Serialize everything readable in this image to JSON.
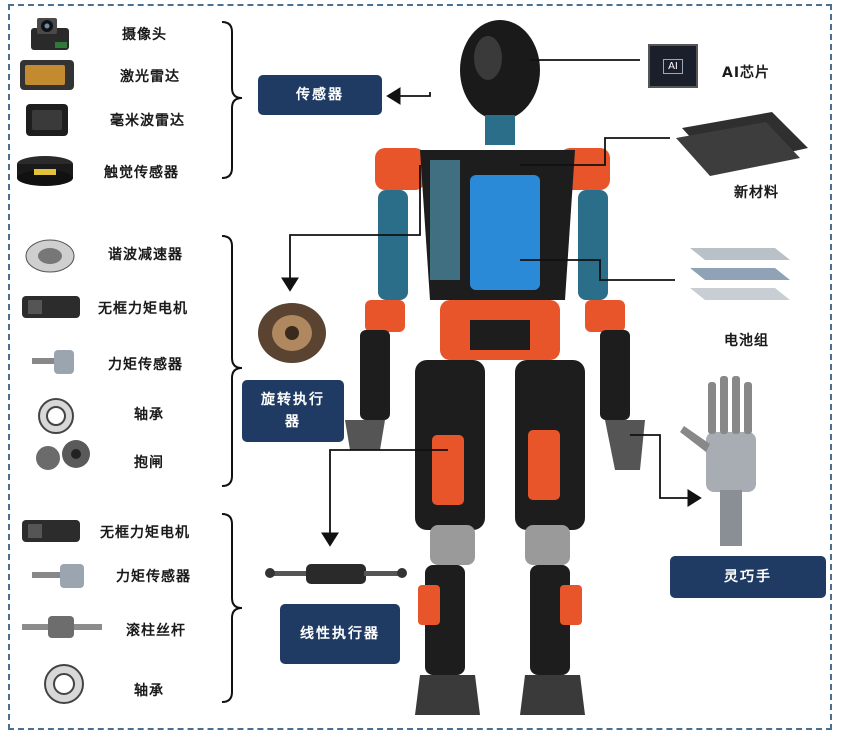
{
  "diagram": {
    "sensor_group": {
      "category": "传感器",
      "items": [
        "摄像头",
        "激光雷达",
        "毫米波雷达",
        "触觉传感器"
      ]
    },
    "rotary_group": {
      "category": "旋转执行器",
      "items": [
        "谐波减速器",
        "无框力矩电机",
        "力矩传感器",
        "轴承",
        "抱闸"
      ]
    },
    "linear_group": {
      "category": "线性执行器",
      "items": [
        "无框力矩电机",
        "力矩传感器",
        "滚柱丝杆",
        "轴承"
      ]
    },
    "right_parts": {
      "ai_chip": "AI芯片",
      "ai_chip_mark": "AI",
      "new_material": "新材料",
      "battery": "电池组",
      "dexterous_hand": "灵巧手"
    }
  }
}
